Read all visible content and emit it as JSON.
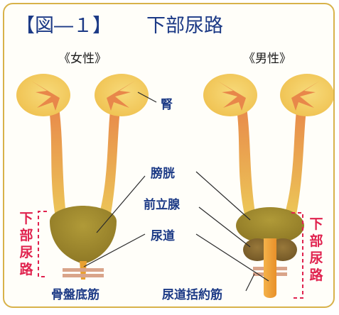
{
  "title": {
    "figure_label": "【図―１】",
    "heading": "下部尿路"
  },
  "panels": {
    "female": "《女性》",
    "male": "《男性》"
  },
  "labels": {
    "kidney": "腎",
    "bladder": "膀胱",
    "prostate": "前立腺",
    "urethra": "尿道",
    "pelvic_floor": "骨盤底筋",
    "urethral_sphincter": "尿道括約筋",
    "lower_urinary_tract": "下部尿路"
  },
  "colors": {
    "frame": "#d8b24a",
    "title": "#1c3a86",
    "labels": "#1c3a86",
    "accent": "#e0224e",
    "kidney": "#f0c85a",
    "ureter_top": "#e8874a",
    "ureter_bottom": "#ecc858",
    "bladder": "#a8902e",
    "prostate": "#8a6a30",
    "urethra_male": "#f2a23a",
    "muscle": "#d9a48a"
  }
}
